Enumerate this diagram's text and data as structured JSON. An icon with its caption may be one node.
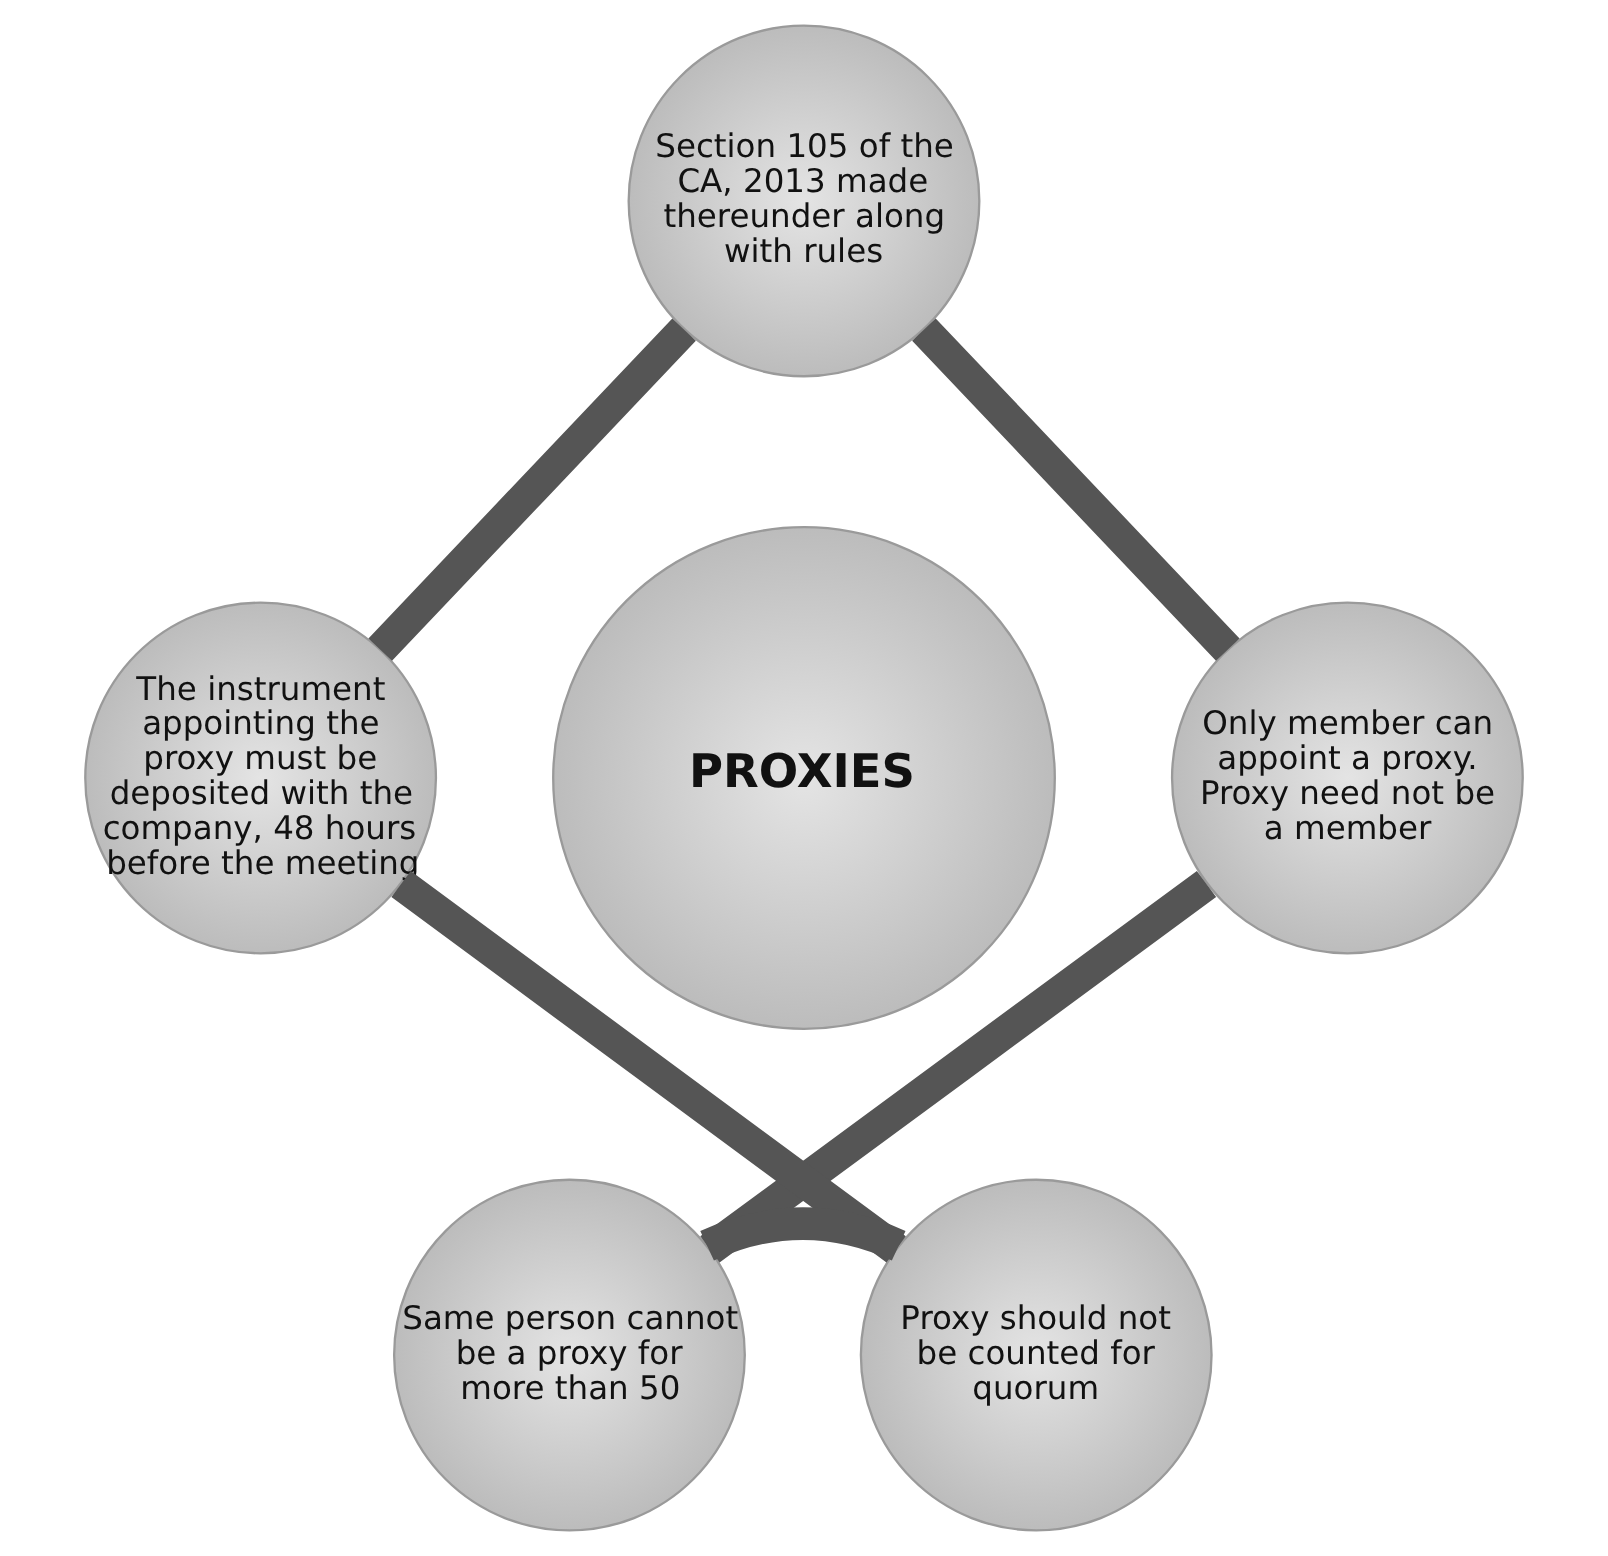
{
  "diagram": {
    "nodes": [
      {
        "text": [
          "Section 105 of the CA, 2013 made thereunder along with rules"
        ]
      },
      {
        "text": [
          "The instrument appointing the proxy must be deposited with the company, 48 hours before the meeting"
        ]
      },
      {
        "text": [
          "Only member can appoint a proxy. Proxy need not be a member"
        ]
      },
      {
        "text": [
          "PROXIES"
        ]
      },
      {
        "text": [
          "Proxy should not be counted for quorum"
        ]
      },
      {
        "text": [
          "Same person cannot be a proxy for more than 50"
        ]
      }
    ],
    "edges": [
      {
        "from": 0,
        "to": 2,
        "arrow": "none"
      },
      {
        "from": 2,
        "to": 5,
        "arrow": "none"
      },
      {
        "from": 5,
        "to": 4,
        "arrow": "none"
      },
      {
        "from": 4,
        "to": 1,
        "arrow": "none"
      },
      {
        "from": 1,
        "to": 0,
        "arrow": "none"
      }
    ]
  }
}
